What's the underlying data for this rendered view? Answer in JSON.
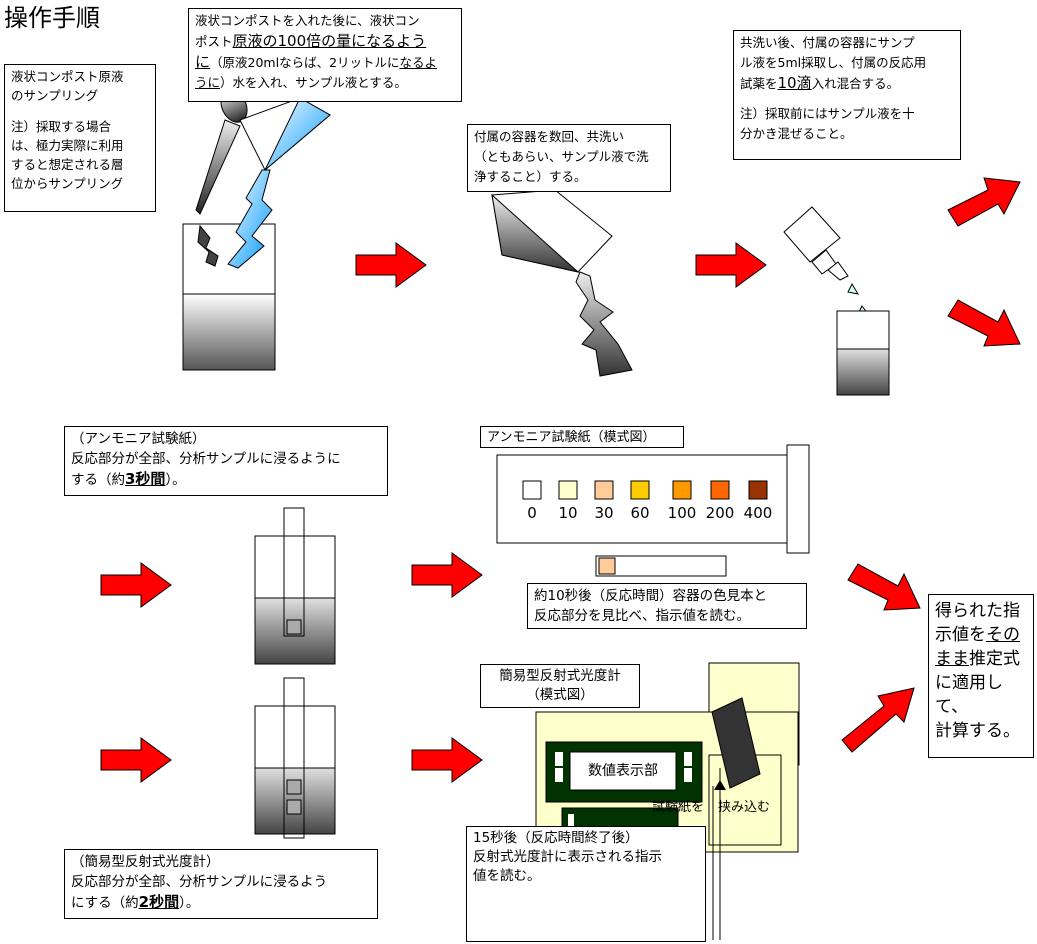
{
  "title": "操作手順",
  "step1": {
    "line1": "液状コンポスト原液",
    "line2": "のサンプリング",
    "note1": "注）採取する場合",
    "note2": "は、極力実際に利用",
    "note3": "すると想定される層",
    "note4": "位からサンプリング"
  },
  "step2": {
    "line1": "液状コンポストを入れた後に、液状コン",
    "l2a": "ポスト",
    "l2b": "原液の100倍の量になるよう",
    "l3a": "に",
    "l3b": "（原液20mlならば、2リットルに",
    "l3c": "なるよ",
    "l4a": "うに",
    "l4b": "）水を入れ、サンプル液とする。"
  },
  "step3": {
    "line1": "付属の容器を数回、共洗い",
    "line2": "（ともあらい、サンプル液で洗",
    "line3": "浄すること）する。"
  },
  "step4": {
    "line1": "共洗い後、付属の容器にサンプ",
    "line2": "ル液を5ml採取し、付属の反応用",
    "l3a": "試薬を",
    "l3b": "10滴",
    "l3c": "入れ混合する。",
    "note1": "注）採取前にはサンプル液を十",
    "note2": "分かき混ぜること。"
  },
  "ammonia_box": {
    "line1": "（アンモニア試験紙）",
    "line2": "反応部分が全部、分析サンプルに浸るように",
    "l3a": "する（約",
    "l3b": "3秒間",
    "l3c": "）。"
  },
  "ammonia_diagram": {
    "title": "アンモニア試験紙（模式図）",
    "scale": [
      "0",
      "10",
      "30",
      "60",
      "100",
      "200",
      "400"
    ],
    "scale_colors": [
      "#ffffff",
      "#ffffcc",
      "#ffcc99",
      "#ffcc00",
      "#ff9900",
      "#ff6600",
      "#993300"
    ],
    "caption1": "約10秒後（反応時間）容器の色見本と",
    "caption2": "反応部分を見比べ、指示値を読む。"
  },
  "meter_box": {
    "line1": "（簡易型反射式光度計）",
    "line2": "反応部分が全部、分析サンプルに浸るよう",
    "l3a": "にする（約",
    "l3b": "2秒間",
    "l3c": "）。"
  },
  "meter_diagram": {
    "title1": "簡易型反射式光度計",
    "title2": "（模式図）",
    "display": "数値表示部",
    "insert_a": "試験紙を",
    "insert_b": "挟み込む",
    "caption1": "15秒後（反応時間終了後）",
    "caption2": "反射式光度計に表示される指示",
    "caption3": "値を読む。"
  },
  "result": {
    "line1": "得られた指",
    "l2a": "示値を",
    "l2b": "その",
    "l3a": "まま",
    "l3b": "推定式",
    "line4": "に適用して、",
    "line5": "計算する。"
  },
  "colors": {
    "arrow": "#ff0000",
    "meter_body": "#ffffcc",
    "meter_dark": "#003300",
    "blue": "#3399ff"
  }
}
